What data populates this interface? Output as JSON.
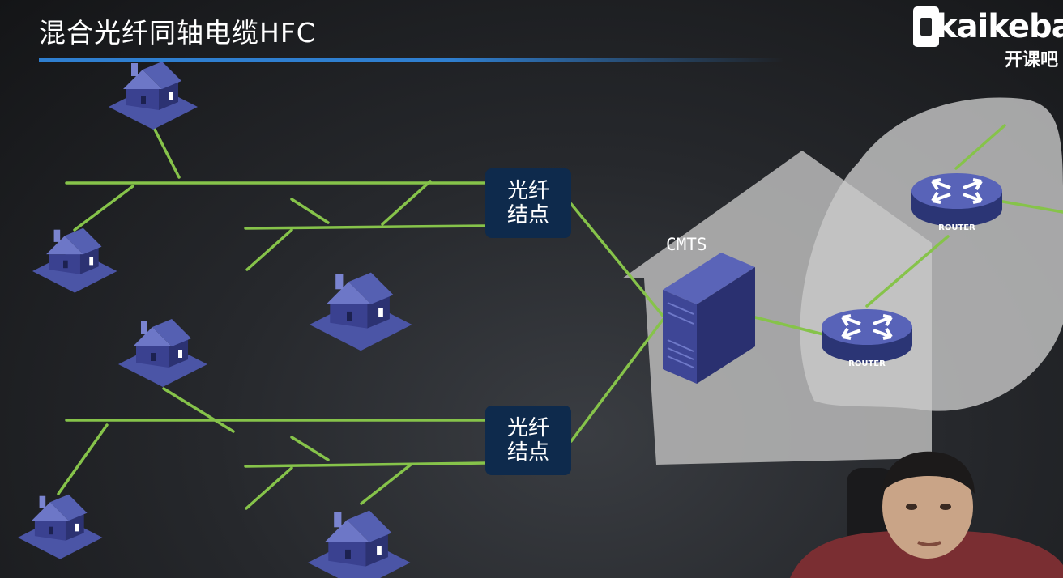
{
  "title": "混合光纤同轴电缆HFC",
  "logo": {
    "wordmark": "kaikeba",
    "subtitle": "开课吧"
  },
  "nodes": {
    "fiber_node_1": {
      "line1": "光纤",
      "line2": "结点"
    },
    "fiber_node_2": {
      "line1": "光纤",
      "line2": "结点"
    },
    "cmts": "CMTS",
    "router_1": "ROUTER",
    "router_2": "ROUTER"
  },
  "colors": {
    "cable": "#86c34a",
    "house": "#5a63b4",
    "node_box": "#0e2a4c",
    "accent_rule": "#2f7fd0"
  }
}
